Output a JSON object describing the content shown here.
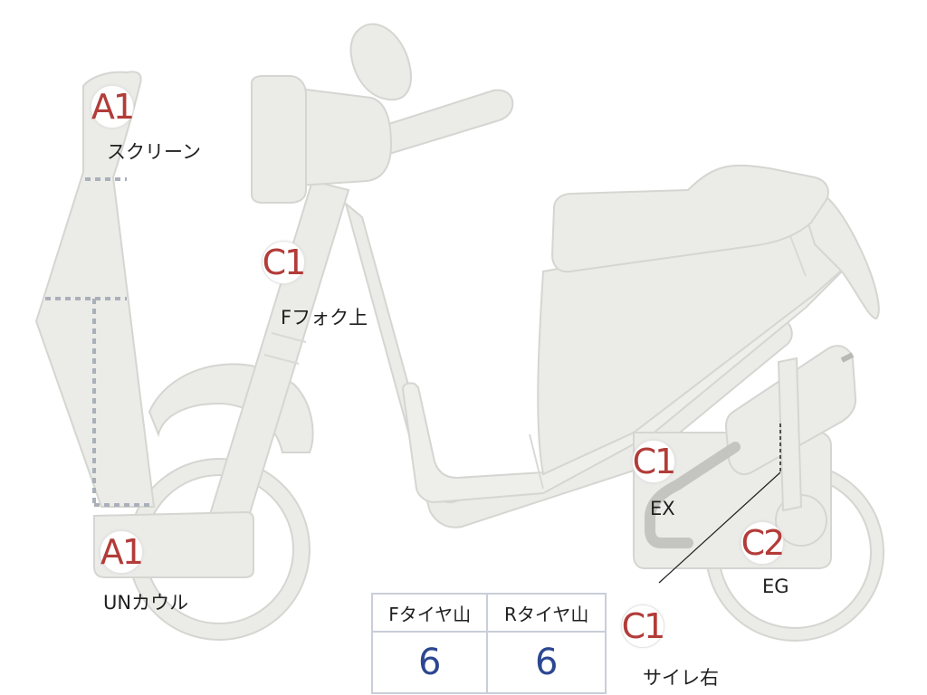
{
  "diagram": {
    "callouts": [
      {
        "id": "screen",
        "code": "A1",
        "label": "スクリーン"
      },
      {
        "id": "fork",
        "code": "C1",
        "label": "Fフォク上"
      },
      {
        "id": "under-cowl",
        "code": "A1",
        "label": "UNカウル"
      },
      {
        "id": "exhaust",
        "code": "C1",
        "label": "EX"
      },
      {
        "id": "engine",
        "code": "C2",
        "label": "EG"
      },
      {
        "id": "muffler-right",
        "code": "C1",
        "label": "サイレ右"
      }
    ],
    "colors": {
      "part_fill": "#ebebe8",
      "damage_code": "#b23c39",
      "tread_value": "#2c4791",
      "dashed_line": "#aab0b9"
    }
  },
  "tire_table": {
    "headers": [
      "Fタイヤ山",
      "Rタイヤ山"
    ],
    "values": [
      "6",
      "6"
    ]
  }
}
